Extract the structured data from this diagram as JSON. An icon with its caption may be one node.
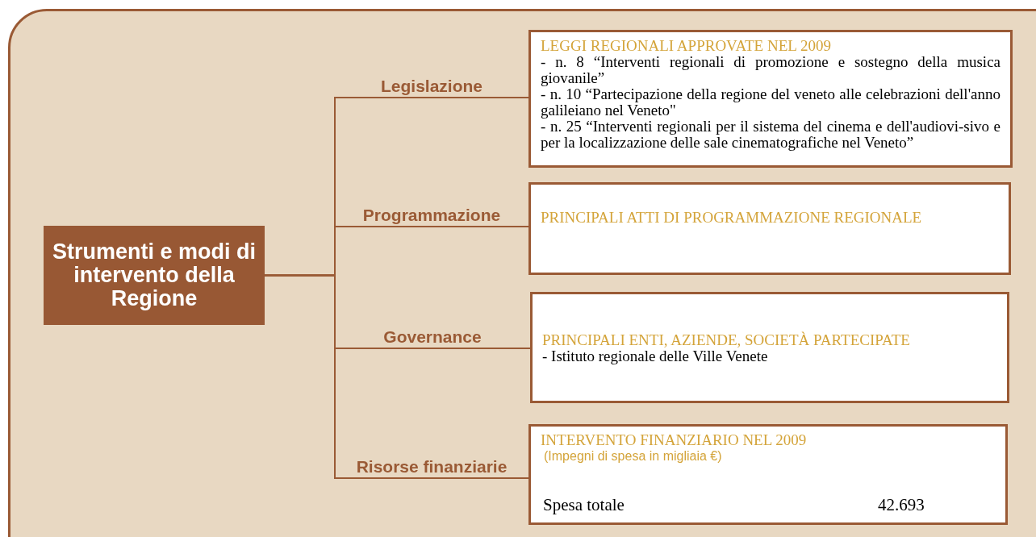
{
  "diagram": {
    "nodes": [
      {
        "text": [
          "Strumenti e modi di intervento della Regione"
        ]
      },
      {
        "text": [
          "LEGGI REGIONALI APPROVATE NEL 2009",
          "- n. 8 “Interventi regionali di promozione e sostegno della musica giovanile”",
          "- n. 10 “Partecipazione della regione del veneto alle celebrazioni dell'anno galileiano nel Veneto\"",
          "- n. 25 “Interventi regionali per il sistema del cinema e dell'audiovi-sivo e per la localizzazione delle sale cinematografiche nel Veneto”"
        ]
      },
      {
        "text": [
          "PRINCIPALI ATTI DI PROGRAMMAZIONE REGIONALE"
        ]
      },
      {
        "text": [
          "PRINCIPALI ENTI, AZIENDE, SOCIETÀ PARTECIPATE",
          "- Istituto regionale delle Ville Venete"
        ]
      },
      {
        "text": [
          "INTERVENTO FINANZIARIO NEL 2009",
          "(Impegni di spesa in migliaia €)",
          "Spesa totale",
          "42.693"
        ]
      }
    ],
    "edges": [
      {
        "from": 0,
        "to": 1,
        "arrow": "none",
        "label": "Legislazione"
      },
      {
        "from": 0,
        "to": 2,
        "arrow": "none",
        "label": "Programmazione"
      },
      {
        "from": 0,
        "to": 3,
        "arrow": "none",
        "label": "Governance"
      },
      {
        "from": 0,
        "to": 4,
        "arrow": "none",
        "label": "Risorse finanziarie"
      }
    ]
  }
}
